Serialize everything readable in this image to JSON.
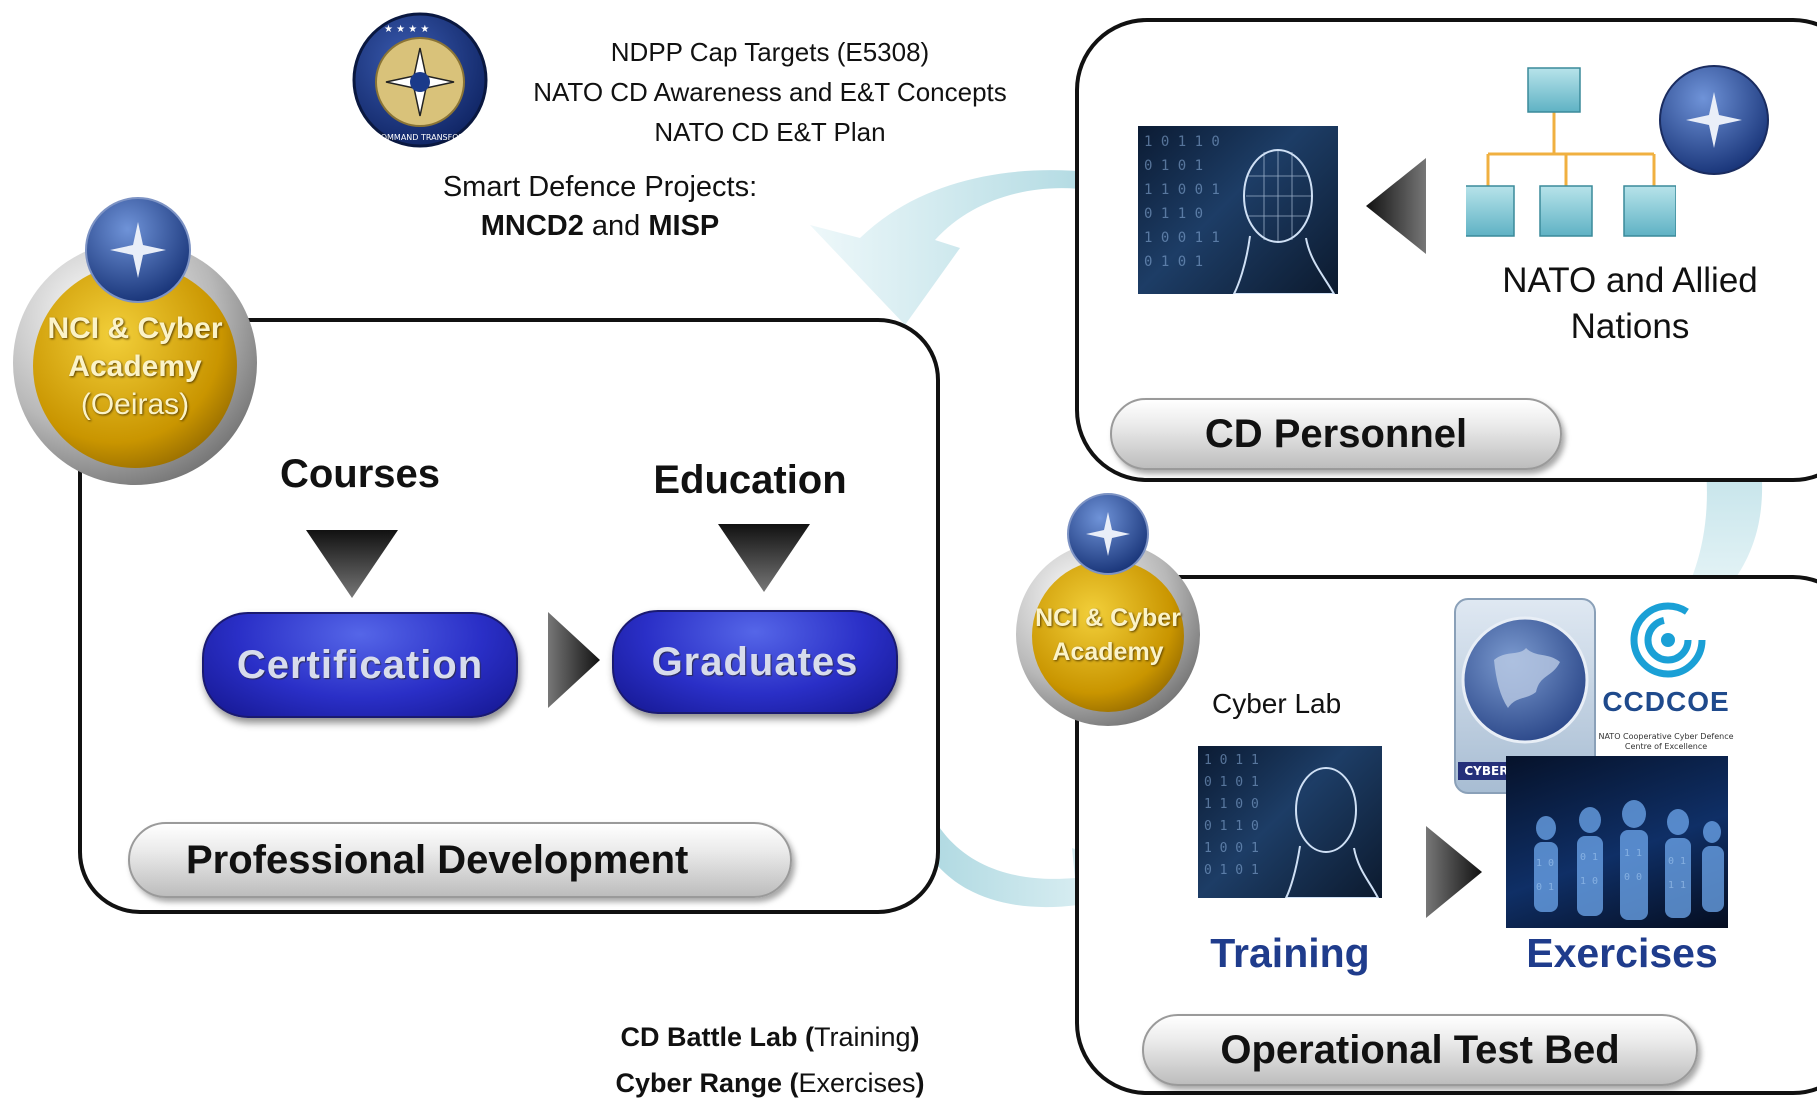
{
  "header_notes": {
    "line1": "NDPP Cap Targets (E5308)",
    "line2": "NATO CD Awareness and E&T Concepts",
    "line3": "NATO CD E&T Plan"
  },
  "smart_defence": {
    "line1": "Smart Defence Projects:",
    "mncd2": "MNCD2",
    "and": " and ",
    "misp": "MISP"
  },
  "academy_large": {
    "line1": "NCI & Cyber",
    "line2": "Academy",
    "line3": "(Oeiras)"
  },
  "academy_small": {
    "line1": "NCI & Cyber",
    "line2": "Academy"
  },
  "act_logo": {
    "ring_text": "ALLIED COMMAND TRANSFORMATION"
  },
  "professional_development": {
    "courses": "Courses",
    "education": "Education",
    "certification": "Certification",
    "graduates": "Graduates",
    "title": "Professional Development"
  },
  "cd_personnel": {
    "nations_line1": "NATO and Allied",
    "nations_line2": "Nations",
    "title": "CD Personnel"
  },
  "operational_test_bed": {
    "cyber_lab": "Cyber Lab",
    "training": "Training",
    "exercises": "Exercises",
    "title": "Operational Test Bed",
    "ccdcoe": "CCDCOE",
    "ccdcoe_sub1": "NATO Cooperative Cyber Defence",
    "ccdcoe_sub2": "Centre of Excellence",
    "cyber_coalition": "CYBER COALITION"
  },
  "footer_notes": {
    "battle_lab_bold": "CD Battle Lab (",
    "battle_lab_text": "Training",
    "battle_lab_close": ")",
    "range_bold": "Cyber Range (",
    "range_text": "Exercises",
    "range_close": ")"
  },
  "colors": {
    "blue_button": "#2a2fc7",
    "blue_label": "#1f3c8c",
    "gold": "#d9a400",
    "arrow_teal": "#bfe1e8"
  }
}
